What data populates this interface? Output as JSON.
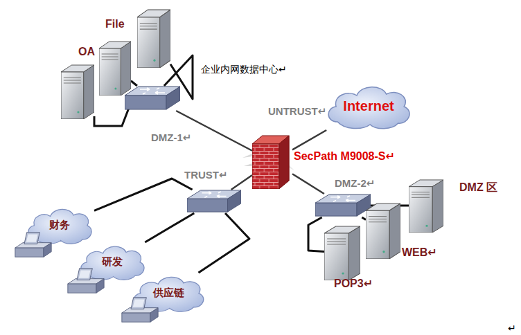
{
  "diagram": {
    "nodes": [
      {
        "text": [
          "OA"
        ]
      },
      {
        "text": [
          "File"
        ]
      },
      {
        "text": [
          "DMZ-1↵"
        ]
      },
      {
        "text": [
          "Internet"
        ]
      },
      {
        "text": [
          "SecPath M9008-S↵"
        ]
      },
      {
        "text": [
          "TRUST↵"
        ]
      },
      {
        "text": [
          "DMZ-2↵"
        ]
      },
      {
        "text": [
          "DMZ 区"
        ]
      },
      {
        "text": [
          "财务"
        ]
      },
      {
        "text": [
          "WEB↵"
        ]
      },
      {
        "text": [
          "研发"
        ]
      },
      {
        "text": [
          "POP3↵"
        ]
      },
      {
        "text": [
          "供应链"
        ]
      }
    ],
    "edges": [
      {
        "from": 0,
        "to": 2,
        "arrow": "none"
      },
      {
        "from": 1,
        "to": 2,
        "arrow": "none"
      },
      {
        "from": 2,
        "to": 4,
        "arrow": "none"
      },
      {
        "from": 4,
        "to": 3,
        "label": "UNTRUST↵",
        "arrow": "none"
      },
      {
        "from": 4,
        "to": 5,
        "arrow": "none"
      },
      {
        "from": 4,
        "to": 6,
        "arrow": "none"
      },
      {
        "from": 5,
        "to": 8,
        "arrow": "none"
      },
      {
        "from": 5,
        "to": 10,
        "arrow": "none"
      },
      {
        "from": 5,
        "to": 12,
        "arrow": "none"
      },
      {
        "from": 6,
        "to": 7,
        "arrow": "none"
      },
      {
        "from": 6,
        "to": 9,
        "arrow": "none"
      },
      {
        "from": 6,
        "to": 11,
        "arrow": "none"
      }
    ],
    "labels": [
      "企业内网数据中心↵",
      "↵"
    ]
  }
}
